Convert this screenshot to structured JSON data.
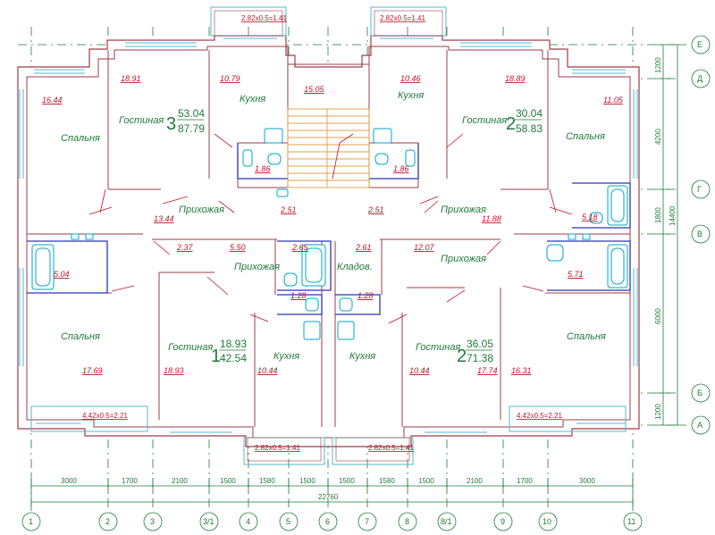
{
  "apartments": [
    {
      "key": "apt3",
      "number": "3",
      "area_living": "53.04",
      "area_total": "87.79"
    },
    {
      "key": "apt2top",
      "number": "2",
      "area_living": "30.04",
      "area_total": "58.83"
    },
    {
      "key": "apt1",
      "number": "1",
      "area_living": "18.93",
      "area_total": "42.54"
    },
    {
      "key": "apt2bot",
      "number": "2",
      "area_living": "36.05",
      "area_total": "71.38"
    }
  ],
  "rooms": {
    "spalnya_tl": "Спальня",
    "gostinaya_tl": "Гостиная",
    "kuhnya_tl": "Кухня",
    "kuhnya_tr": "Кухня",
    "gostinaya_tr": "Гостиная",
    "spalnya_tr": "Спальня",
    "prihozhaya_tl": "Прихожая",
    "prihozhaya_tr": "Прихожая",
    "prihozhaya_cl": "Прихожая",
    "kladov": "Кладов.",
    "prihozhaya_cr": "Прихожая",
    "spalnya_bl": "Спальня",
    "gostinaya_bl": "Гостиная",
    "kuhnya_bl": "Кухня",
    "kuhnya_br": "Кухня",
    "gostinaya_br": "Гостиная",
    "spalnya_br": "Спальня"
  },
  "areas": {
    "a1644": "16.44",
    "a1891": "18.91",
    "a1079": "10.79",
    "a1505": "15.05",
    "a1046": "10.46",
    "a1889": "18.89",
    "a1105": "11.05",
    "a186l": "1.86",
    "a186r": "1.86",
    "a1344": "13.44",
    "a251l": "2.51",
    "a251r": "2.51",
    "a1188": "11.88",
    "a518": "5.18",
    "a237": "2.37",
    "a550": "5.50",
    "a265": "2.65",
    "a261": "2.61",
    "a1207": "12.07",
    "a504": "5.04",
    "a571": "5.71",
    "a128l": "1.28",
    "a128r": "1.28",
    "a1769": "17.69",
    "a1893": "18.93",
    "a1044l": "10.44",
    "a1044r": "10.44",
    "a1774": "17.74",
    "a1631": "16.31"
  },
  "balconies": {
    "top_l": "2.82x0.5=1.41",
    "top_r": "2.82x0.5=1.41",
    "left": "4.42x0.5=2.21",
    "right": "4.42x0.5=2.21",
    "bot_l": "2.82x0.5=1.41",
    "bot_r": "2.82x0.5=1.41"
  },
  "dims_bottom": [
    "3000",
    "1700",
    "2100",
    "1500",
    "1580",
    "1500",
    "1500",
    "1580",
    "1500",
    "2100",
    "1700",
    "3000"
  ],
  "dim_total_h": "22760",
  "dims_right": [
    "1200",
    "4200",
    "1800",
    "6000",
    "1200"
  ],
  "dim_total_v": "14400",
  "axes_bottom": [
    "1",
    "2",
    "3",
    "3/1",
    "4",
    "5",
    "6",
    "7",
    "8",
    "8/1",
    "9",
    "10",
    "11"
  ],
  "axes_right": [
    "Е",
    "Д",
    "Г",
    "В",
    "Б",
    "А"
  ]
}
